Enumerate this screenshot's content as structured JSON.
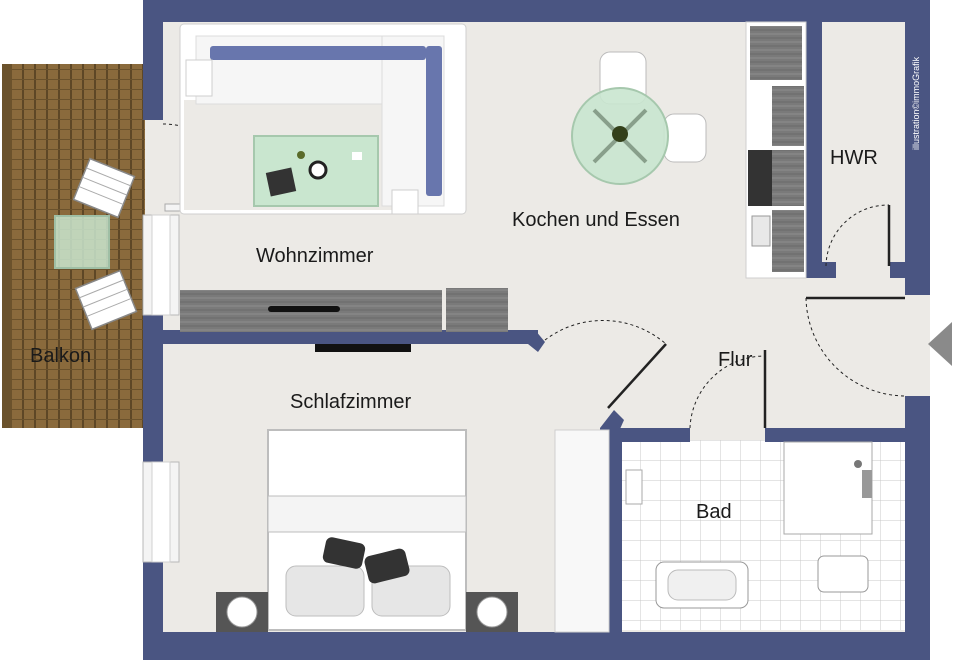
{
  "rooms": {
    "wohnzimmer": "Wohnzimmer",
    "kochen": "Kochen und Essen",
    "hwr": "HWR",
    "balkon": "Balkon",
    "schlafzimmer": "Schlafzimmer",
    "flur": "Flur",
    "bad": "Bad"
  },
  "credit": "illustration©immoGrafik",
  "colors": {
    "wall": "#4a5582",
    "floor": "#eceae6",
    "balcony": "#8a6a3c",
    "sofa_cushion": "#6876ad",
    "tile_line": "#c9c9c9",
    "glass": "#c9e6cf"
  },
  "icons": [
    "entrance-arrow-icon"
  ]
}
